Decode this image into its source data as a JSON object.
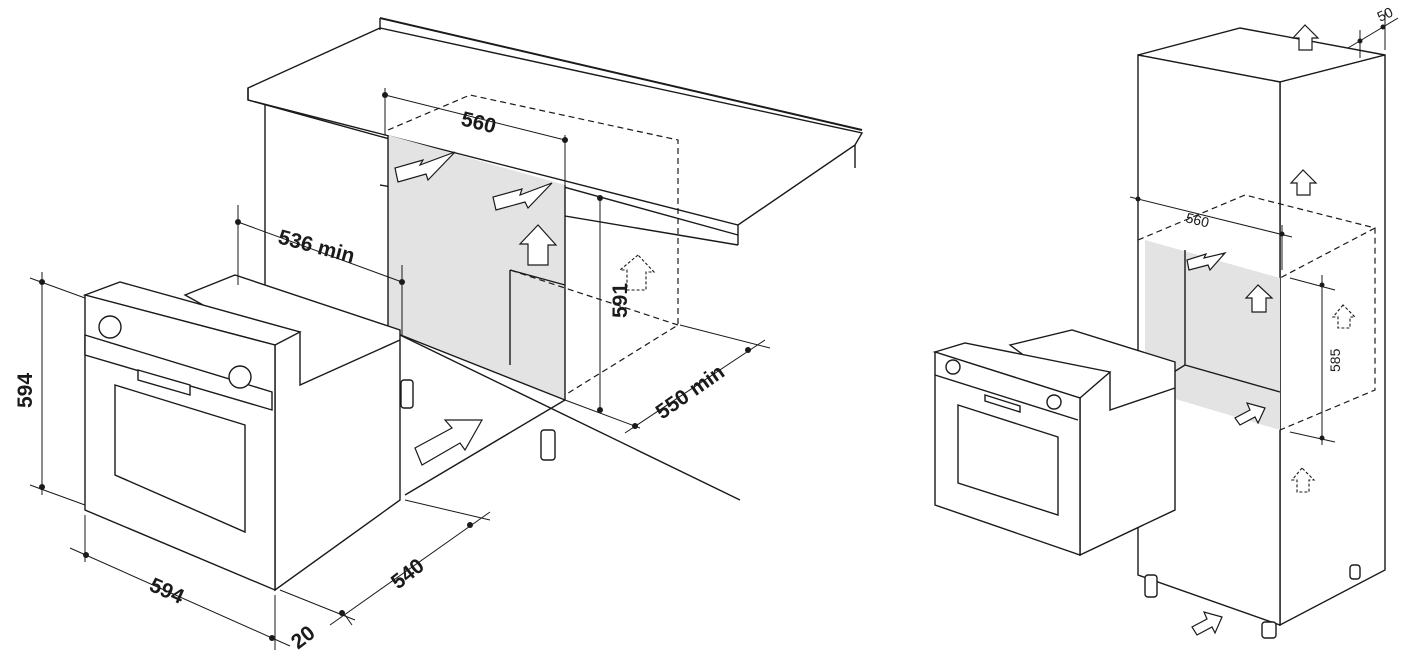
{
  "left_diagram": {
    "dimensions": {
      "niche_width": "560",
      "niche_depth_min": "536 min",
      "niche_height": "591",
      "oven_height": "594",
      "oven_width": "594",
      "oven_depth": "540",
      "front_thickness": "20",
      "clearance_depth_min": "550 min"
    }
  },
  "right_diagram": {
    "dimensions": {
      "niche_width": "560",
      "niche_height": "585",
      "rear_gap": "50"
    }
  },
  "colors": {
    "line": "#1a1a1a",
    "cavity": "#e3e3e3"
  }
}
